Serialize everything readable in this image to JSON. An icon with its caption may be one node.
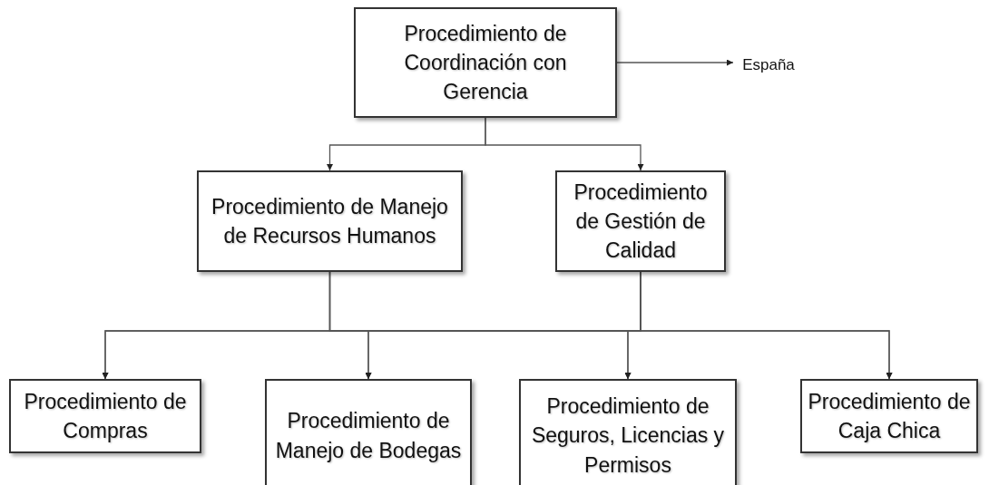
{
  "diagram": {
    "nodes": [
      {
        "text": [
          "Procedimiento de Coordinación con Gerencia"
        ]
      },
      {
        "text": [
          "Procedimiento de Manejo de Recursos Humanos"
        ]
      },
      {
        "text": [
          "Procedimiento de Gestión de Calidad"
        ]
      },
      {
        "text": [
          "Procedimiento de Compras"
        ]
      },
      {
        "text": [
          "Procedimiento de Manejo de Bodegas"
        ]
      },
      {
        "text": [
          "Procedimiento de Seguros, Licencias y Permisos"
        ]
      },
      {
        "text": [
          "Procedimiento de Caja Chica"
        ]
      },
      {
        "text": [
          "España"
        ]
      }
    ],
    "edges": [
      {
        "from": 0,
        "to": 7,
        "arrow": "to"
      },
      {
        "from": 0,
        "to": 1,
        "arrow": "to"
      },
      {
        "from": 0,
        "to": 2,
        "arrow": "to"
      },
      {
        "from": 1,
        "to": 3,
        "arrow": "to"
      },
      {
        "from": 1,
        "to": 4,
        "arrow": "to"
      },
      {
        "from": 1,
        "to": 5,
        "arrow": "to"
      },
      {
        "from": 1,
        "to": 6,
        "arrow": "to"
      },
      {
        "from": 2,
        "to": 3,
        "arrow": "to"
      },
      {
        "from": 2,
        "to": 4,
        "arrow": "to"
      },
      {
        "from": 2,
        "to": 5,
        "arrow": "to"
      },
      {
        "from": 2,
        "to": 6,
        "arrow": "to"
      }
    ]
  }
}
